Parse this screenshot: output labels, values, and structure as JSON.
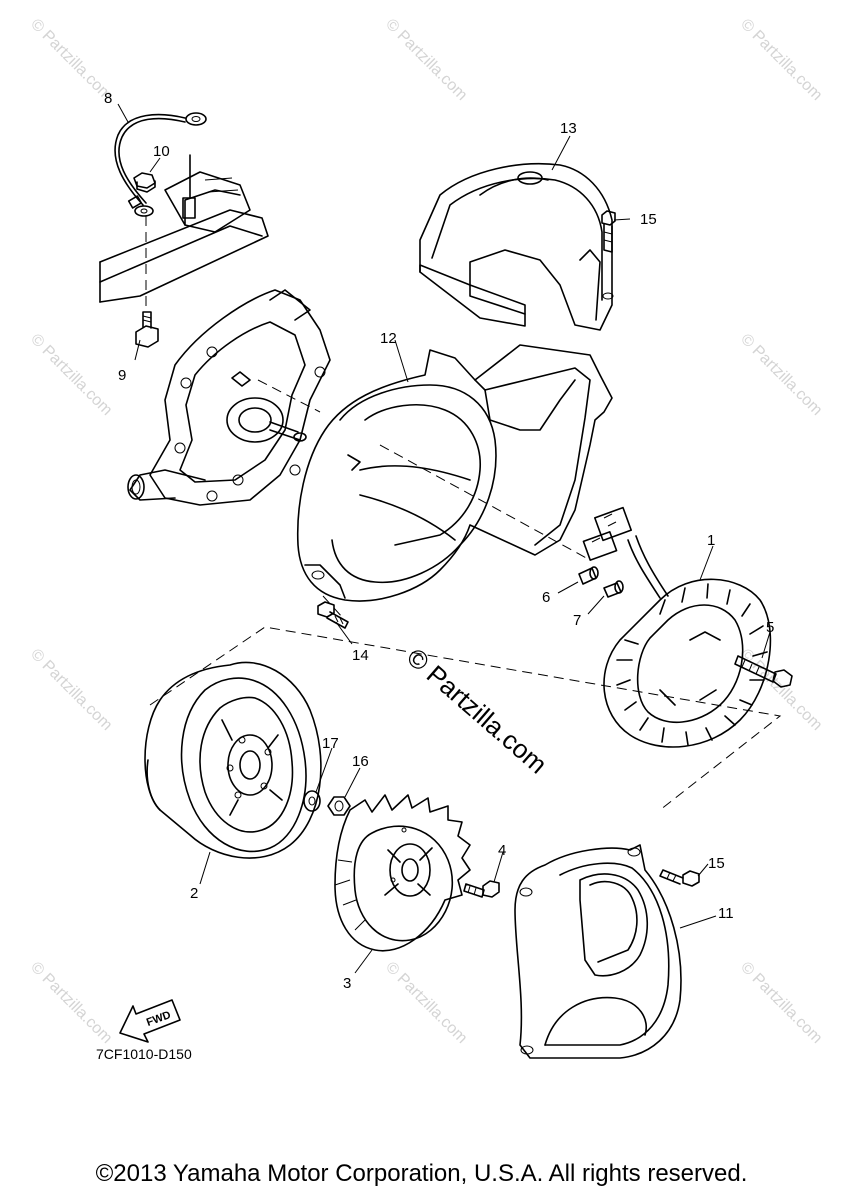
{
  "diagram": {
    "callouts": [
      {
        "id": "1",
        "label": "1"
      },
      {
        "id": "2",
        "label": "2"
      },
      {
        "id": "3",
        "label": "3"
      },
      {
        "id": "4",
        "label": "4"
      },
      {
        "id": "5",
        "label": "5"
      },
      {
        "id": "6",
        "label": "6"
      },
      {
        "id": "7",
        "label": "7"
      },
      {
        "id": "8",
        "label": "8"
      },
      {
        "id": "9",
        "label": "9"
      },
      {
        "id": "10",
        "label": "10"
      },
      {
        "id": "11",
        "label": "11"
      },
      {
        "id": "12",
        "label": "12"
      },
      {
        "id": "13",
        "label": "13"
      },
      {
        "id": "14",
        "label": "14"
      },
      {
        "id": "15a",
        "label": "15"
      },
      {
        "id": "15b",
        "label": "15"
      },
      {
        "id": "16",
        "label": "16"
      },
      {
        "id": "17",
        "label": "17"
      }
    ],
    "fwd_label": "FWD",
    "diagram_code": "7CF1010-D150",
    "center_watermark": "© Partzilla.com",
    "tile_watermark": "© Partzilla.com",
    "copyright": "©2013 Yamaha Motor Corporation, U.S.A. All rights reserved."
  }
}
